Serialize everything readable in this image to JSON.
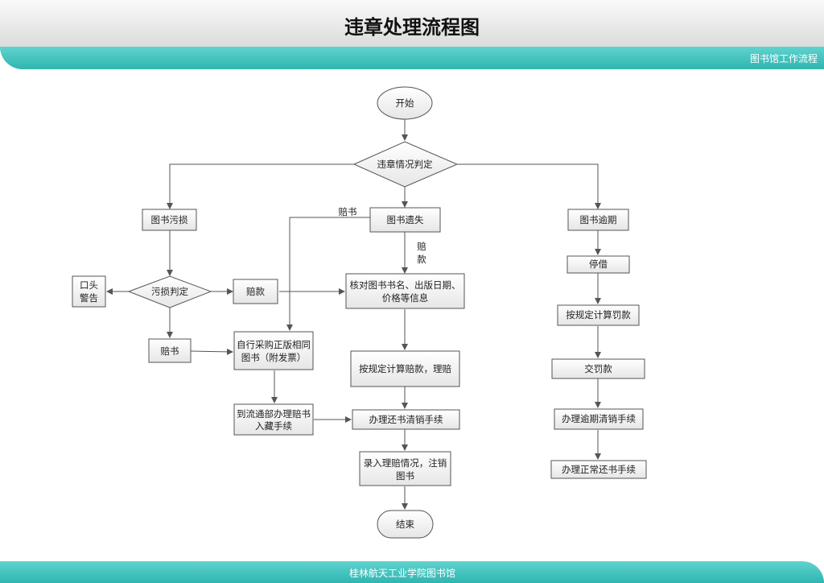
{
  "header": {
    "title": "违章处理流程图"
  },
  "band": {
    "subtitle": "图书馆工作流程"
  },
  "footer": {
    "org": "桂林航天工业学院图书馆"
  },
  "nodes": {
    "start": {
      "lines": [
        "开始"
      ]
    },
    "judge": {
      "lines": [
        "违章情况判定"
      ]
    },
    "damaged": {
      "lines": [
        "图书污损"
      ]
    },
    "lost": {
      "lines": [
        "图书遗失"
      ]
    },
    "overdue": {
      "lines": [
        "图书逾期"
      ]
    },
    "damage_judge": {
      "lines": [
        "污损判定"
      ]
    },
    "warning": {
      "lines": [
        "口头",
        "警告"
      ]
    },
    "fine_damage": {
      "lines": [
        "赔款"
      ]
    },
    "book_damage": {
      "lines": [
        "赔书"
      ]
    },
    "verify": {
      "lines": [
        "核对图书书名、出版日期、",
        "价格等信息"
      ]
    },
    "purchase": {
      "lines": [
        "自行采购正版相同",
        "图书（附发票）"
      ]
    },
    "calc_comp": {
      "lines": [
        "按规定计算赔款，理赔"
      ]
    },
    "circulation": {
      "lines": [
        "到流通部办理赔书",
        "入藏手续"
      ]
    },
    "return_cancel": {
      "lines": [
        "办理还书清销手续"
      ]
    },
    "record": {
      "lines": [
        "录入理赔情况，注销",
        "图书"
      ]
    },
    "end": {
      "lines": [
        "结束"
      ]
    },
    "suspend": {
      "lines": [
        "停借"
      ]
    },
    "calc_fine": {
      "lines": [
        "按规定计算罚款"
      ]
    },
    "pay_fine": {
      "lines": [
        "交罚款"
      ]
    },
    "overdue_cancel": {
      "lines": [
        "办理逾期清销手续"
      ]
    },
    "normal_return": {
      "lines": [
        "办理正常还书手续"
      ]
    }
  },
  "edge_labels": {
    "lost_book": "赔书",
    "lost_money": [
      "赔",
      "款"
    ]
  }
}
